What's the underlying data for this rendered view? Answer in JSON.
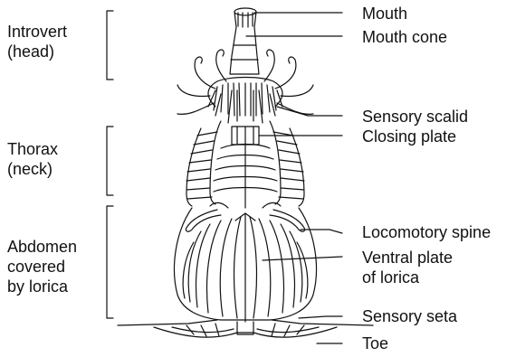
{
  "diagram": {
    "left_labels": [
      {
        "lines": [
          "Introvert",
          "(head)"
        ]
      },
      {
        "lines": [
          "Thorax",
          "(neck)"
        ]
      },
      {
        "lines": [
          "Abdomen",
          "covered",
          "by lorica"
        ]
      }
    ],
    "right_labels": [
      {
        "lines": [
          "Mouth"
        ]
      },
      {
        "lines": [
          "Mouth cone"
        ]
      },
      {
        "lines": [
          "Sensory scalid"
        ]
      },
      {
        "lines": [
          "Closing plate"
        ]
      },
      {
        "lines": [
          "Locomotory spine"
        ]
      },
      {
        "lines": [
          "Ventral plate",
          "of lorica"
        ]
      },
      {
        "lines": [
          "Sensory seta"
        ]
      },
      {
        "lines": [
          "Toe"
        ]
      }
    ]
  },
  "colors": {
    "line": "#111111",
    "background": "#ffffff"
  }
}
